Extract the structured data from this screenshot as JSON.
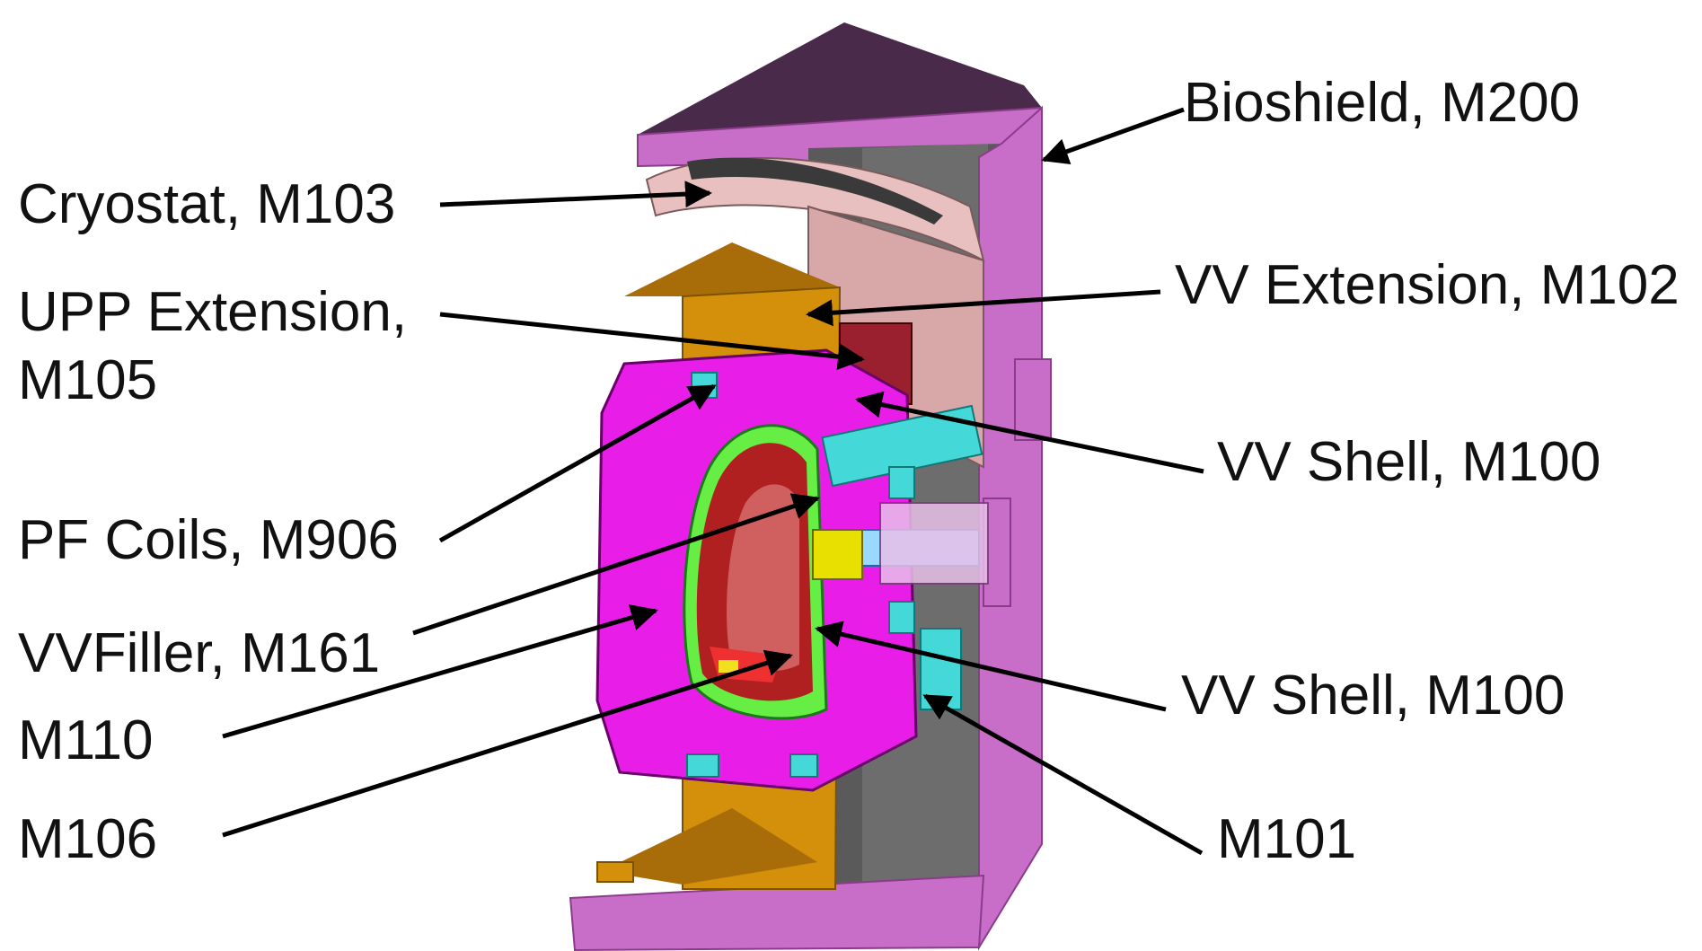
{
  "labels": [
    {
      "id": "bioshield",
      "text": "Bioshield, M200"
    },
    {
      "id": "cryostat",
      "text": "Cryostat, M103"
    },
    {
      "id": "vv-extension",
      "text": "VV Extension, M102"
    },
    {
      "id": "upp-extension-line1",
      "text": "UPP Extension,"
    },
    {
      "id": "upp-extension-line2",
      "text": "M105"
    },
    {
      "id": "vv-shell-upper",
      "text": "VV Shell, M100"
    },
    {
      "id": "pf-coils",
      "text": "PF Coils, M906"
    },
    {
      "id": "vvfiller",
      "text": "VVFiller, M161"
    },
    {
      "id": "vv-shell-lower",
      "text": "VV Shell, M100"
    },
    {
      "id": "m110",
      "text": "M110"
    },
    {
      "id": "m101",
      "text": "M101"
    },
    {
      "id": "m106",
      "text": "M106"
    }
  ],
  "colors": {
    "bioshield": "#c86dc8",
    "bioshield_roof": "#4a2a4a",
    "cryostat": "#e8c0c0",
    "upp_extension": "#d4900a",
    "vv_shell": "#66ee44",
    "pf_coils": "#44d8d8",
    "vv_filler": "#b02020",
    "m110": "#e81ee8",
    "interior": "#6a6a6a"
  }
}
